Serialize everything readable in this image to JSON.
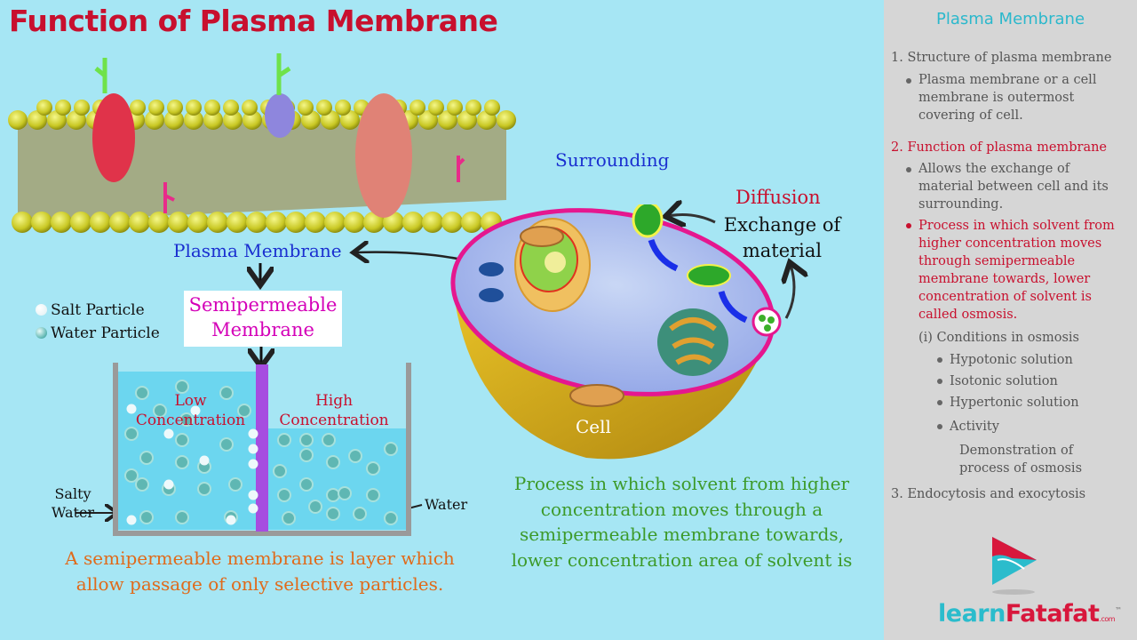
{
  "title": "Function of Plasma Membrane",
  "diagram": {
    "plasma_membrane_label": "Plasma Membrane",
    "semipermeable_label_line1": "Semipermeable",
    "semipermeable_label_line2": "Membrane",
    "legend": {
      "salt": "Salt Particle",
      "water": "Water Particle"
    },
    "beaker": {
      "left_label_line1": "Low",
      "left_label_line2": "Concentration",
      "right_label_line1": "High",
      "right_label_line2": "Concentration",
      "salty_water_line1": "Salty",
      "salty_water_line2": "Water",
      "water_label": "Water"
    },
    "cell": {
      "surrounding": "Surrounding",
      "diffusion": "Diffusion",
      "exchange_line1": "Exchange of",
      "exchange_line2": "material",
      "cell_label": "Cell"
    },
    "semipermeable_definition_line1": "A semipermeable membrane is layer which",
    "semipermeable_definition_line2": "allow passage of only selective particles.",
    "osmosis_definition_lines": [
      "Process in which solvent from higher",
      "concentration moves through a",
      "semipermeable membrane towards,",
      "lower concentration area of solvent is"
    ]
  },
  "sidebar": {
    "title": "Plasma Membrane",
    "section1": "1. Structure of plasma membrane",
    "section1_bullet": [
      "Plasma membrane or a cell",
      "membrane is outermost",
      "covering of cell."
    ],
    "section2": "2. Function of plasma membrane",
    "section2_bullet1": [
      "Allows the exchange of",
      "material between cell and its",
      "surrounding."
    ],
    "section2_bullet2": [
      "Process in which solvent from",
      "higher concentration moves",
      "through semipermeable",
      "membrane towards, lower",
      "concentration of solvent is",
      "called osmosis."
    ],
    "conditions": "(i) Conditions in osmosis",
    "conditions_items": [
      "Hypotonic solution",
      "Isotonic solution",
      "Hypertonic solution",
      "Activity"
    ],
    "activity_detail": [
      "Demonstration of",
      "process of osmosis"
    ],
    "section3": "3. Endocytosis and exocytosis"
  },
  "logo": {
    "part1": "learn",
    "part2": "Fatafat",
    "suffix": ".com",
    "tm": "™",
    "color1": "#2bbccc",
    "color2": "#d8173c"
  }
}
